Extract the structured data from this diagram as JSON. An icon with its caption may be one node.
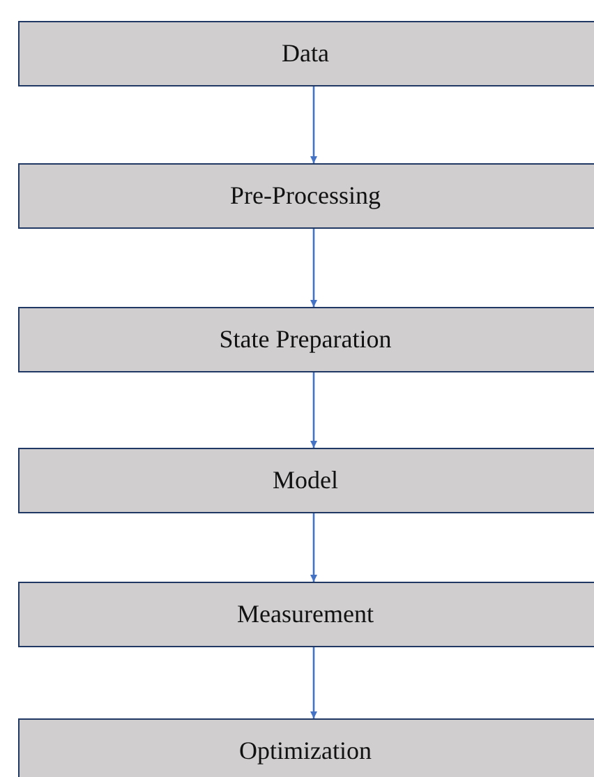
{
  "diagram": {
    "nodes": [
      {
        "text": [
          "Data"
        ]
      },
      {
        "text": [
          "Pre-Processing"
        ]
      },
      {
        "text": [
          "State Preparation"
        ]
      },
      {
        "text": [
          "Model"
        ]
      },
      {
        "text": [
          "Measurement"
        ]
      },
      {
        "text": [
          "Optimization"
        ]
      }
    ],
    "edges": [
      {
        "from": 0,
        "to": 1,
        "arrow": "to"
      },
      {
        "from": 1,
        "to": 2,
        "arrow": "to"
      },
      {
        "from": 2,
        "to": 3,
        "arrow": "to"
      },
      {
        "from": 3,
        "to": 4,
        "arrow": "to"
      },
      {
        "from": 4,
        "to": 5,
        "arrow": "to"
      }
    ]
  }
}
